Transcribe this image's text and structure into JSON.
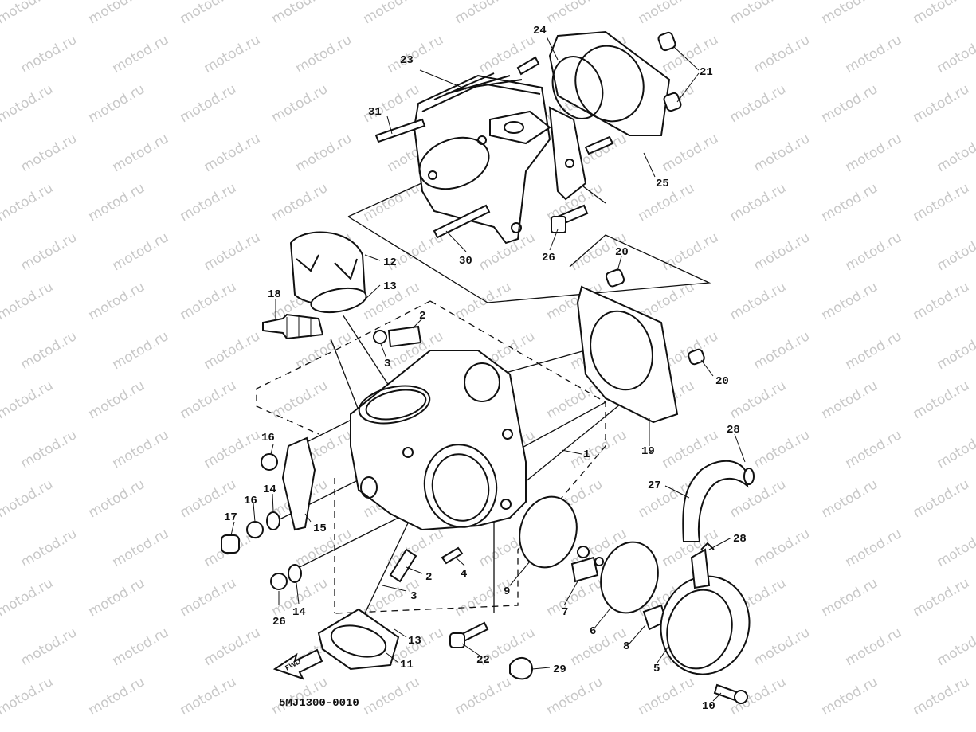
{
  "watermark": {
    "text": "motod.ru"
  },
  "diagram": {
    "part_code": "5MJ1300-0010",
    "direction_arrow_label": "FWD"
  },
  "callouts": [
    {
      "id": "c1",
      "label": "1"
    },
    {
      "id": "c2a",
      "label": "2"
    },
    {
      "id": "c2b",
      "label": "2"
    },
    {
      "id": "c3a",
      "label": "3"
    },
    {
      "id": "c3b",
      "label": "3"
    },
    {
      "id": "c4",
      "label": "4"
    },
    {
      "id": "c5",
      "label": "5"
    },
    {
      "id": "c6",
      "label": "6"
    },
    {
      "id": "c7",
      "label": "7"
    },
    {
      "id": "c8",
      "label": "8"
    },
    {
      "id": "c9",
      "label": "9"
    },
    {
      "id": "c10",
      "label": "10"
    },
    {
      "id": "c11",
      "label": "11"
    },
    {
      "id": "c12",
      "label": "12"
    },
    {
      "id": "c13a",
      "label": "13"
    },
    {
      "id": "c13b",
      "label": "13"
    },
    {
      "id": "c14a",
      "label": "14"
    },
    {
      "id": "c14b",
      "label": "14"
    },
    {
      "id": "c15",
      "label": "15"
    },
    {
      "id": "c16a",
      "label": "16"
    },
    {
      "id": "c16b",
      "label": "16"
    },
    {
      "id": "c17",
      "label": "17"
    },
    {
      "id": "c18",
      "label": "18"
    },
    {
      "id": "c19",
      "label": "19"
    },
    {
      "id": "c20a",
      "label": "20"
    },
    {
      "id": "c20b",
      "label": "20"
    },
    {
      "id": "c21",
      "label": "21"
    },
    {
      "id": "c22",
      "label": "22"
    },
    {
      "id": "c23",
      "label": "23"
    },
    {
      "id": "c24",
      "label": "24"
    },
    {
      "id": "c25",
      "label": "25"
    },
    {
      "id": "c26a",
      "label": "26"
    },
    {
      "id": "c26b",
      "label": "26"
    },
    {
      "id": "c27",
      "label": "27"
    },
    {
      "id": "c28a",
      "label": "28"
    },
    {
      "id": "c28b",
      "label": "28"
    },
    {
      "id": "c29",
      "label": "29"
    },
    {
      "id": "c30",
      "label": "30"
    },
    {
      "id": "c31",
      "label": "31"
    }
  ]
}
